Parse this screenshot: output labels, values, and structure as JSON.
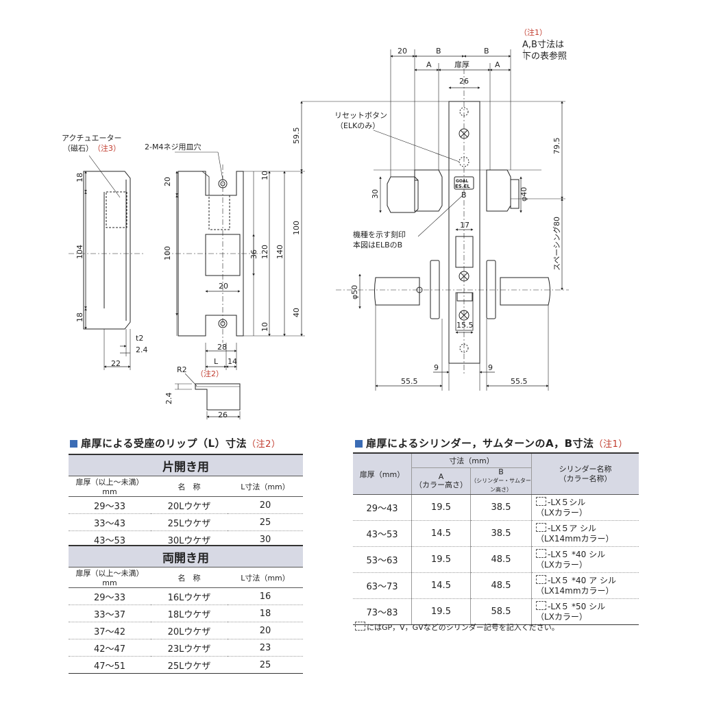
{
  "drawing": {
    "labels": {
      "actuator": "アクチュエーター",
      "actuator_sub": "（磁石）",
      "note3": "（注3）",
      "screw_holes": "2-M4ネジ用皿穴",
      "reset_button": "リセットボタン",
      "reset_button_sub": "（ELKのみ）",
      "model_mark": "機種を示す刻印",
      "model_mark_sub": "本図はELBのB",
      "spacing": "スペーシング80",
      "door_thickness": "扉厚",
      "note1": "（注1）",
      "note1_text1": "A,B寸法は",
      "note1_text2": "下の表参照",
      "note2": "（注2）",
      "r2": "R2",
      "brand1": "GOAL",
      "brand2": "ES.EL",
      "b_mark": "B",
      "a": "A",
      "b": "B",
      "l": "L",
      "phi40": "φ40",
      "phi50": "φ50",
      "t2": "t2"
    },
    "dims": {
      "d18a": "18",
      "d104": "104",
      "d18b": "18",
      "d22": "22",
      "d24a": "2.4",
      "d20a": "20",
      "d100": "100",
      "d36": "36",
      "d20b": "20",
      "d28": "28",
      "d14": "14",
      "d10a": "10",
      "d120": "120",
      "d140": "140",
      "d100b": "100",
      "d40": "40",
      "d10b": "10",
      "d24b": "2.4",
      "d26a": "26",
      "d20top": "20",
      "d26top": "26",
      "d595": "59.5",
      "d795": "79.5",
      "d30": "30",
      "d17": "17",
      "d155": "15.5",
      "d9a": "9",
      "d9b": "9",
      "d555a": "55.5",
      "d555b": "55.5"
    }
  },
  "left_table": {
    "title": "扉厚による受座のリップ（L）寸法",
    "note": "（注2）",
    "sections": [
      {
        "band": "片開き用",
        "headers": [
          "扉厚（以上～未満）mm",
          "名　称",
          "L寸法（mm）"
        ],
        "rows": [
          [
            "29～33",
            "20Lウケザ",
            "20"
          ],
          [
            "33～43",
            "25Lウケザ",
            "25"
          ],
          [
            "43～53",
            "30Lウケザ",
            "30"
          ]
        ]
      },
      {
        "band": "両開き用",
        "headers": [
          "扉厚（以上～未満）mm",
          "名　称",
          "L寸法（mm）"
        ],
        "rows": [
          [
            "29～33",
            "16Lウケザ",
            "16"
          ],
          [
            "33～37",
            "18Lウケザ",
            "18"
          ],
          [
            "37～42",
            "20Lウケザ",
            "20"
          ],
          [
            "42～47",
            "23Lウケザ",
            "23"
          ],
          [
            "47～51",
            "25Lウケザ",
            "25"
          ]
        ]
      }
    ]
  },
  "right_table": {
    "title": "扉厚によるシリンダー，サムターンのA，B寸法",
    "note": "（注1）",
    "headers": {
      "thickness": "扉厚（mm）",
      "dims": "寸法（mm）",
      "a": "A",
      "a_sub": "（カラー高さ）",
      "b": "B",
      "b_sub": "（シリンダー・サムターン高さ）",
      "name": "シリンダー名称",
      "name_sub": "（カラー名称）"
    },
    "rows": [
      {
        "t": "29～43",
        "a": "19.5",
        "b": "38.5",
        "n1": "-LX５シル",
        "n2": "（LXカラー）"
      },
      {
        "t": "43～53",
        "a": "14.5",
        "b": "38.5",
        "n1": "-LX５ア シル",
        "n2": "（LX14mmカラー）"
      },
      {
        "t": "53～63",
        "a": "19.5",
        "b": "48.5",
        "n1": "-LX５ *40 シル",
        "n2": "（LXカラー）"
      },
      {
        "t": "63～73",
        "a": "14.5",
        "b": "48.5",
        "n1": "-LX５ *40 ア シル",
        "n2": "（LX14mmカラー）"
      },
      {
        "t": "73～83",
        "a": "19.5",
        "b": "58.5",
        "n1": "-LX５ *50 シル",
        "n2": "（LXカラー）"
      }
    ],
    "footnote": "にはGP，V，GVなどのシリンダー記号を記入ください。"
  }
}
